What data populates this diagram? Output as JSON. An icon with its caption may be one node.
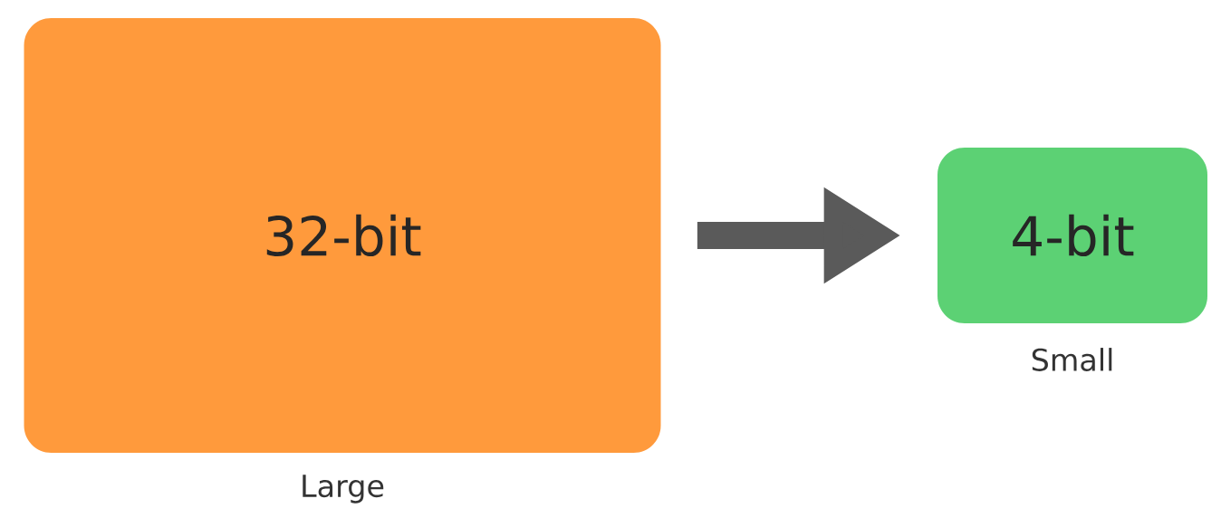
{
  "diagram": {
    "nodes": [
      {
        "text": [
          "32-bit"
        ],
        "beside": [
          "Large"
        ]
      },
      {
        "text": [
          "4-bit"
        ],
        "beside": [
          "Small"
        ]
      }
    ],
    "edges": [
      {
        "from": 0,
        "to": 1,
        "arrow": "to"
      }
    ]
  }
}
